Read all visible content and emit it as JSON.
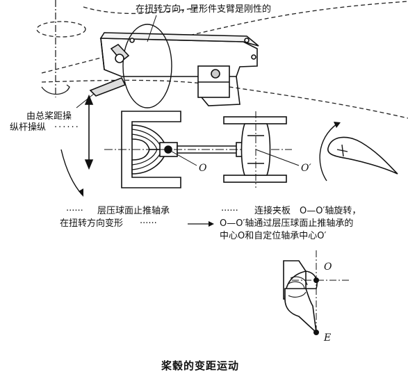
{
  "labels": {
    "top_note": "在扭转方向，星形件支臂是刚性的",
    "control_line1": "由总桨距操",
    "control_line2": "纵杆操纵",
    "bearing_line1": "层压球面止推轴承",
    "bearing_line2": "在扭转方向变形",
    "clamp_line1": "连接夹板　O—O′轴旋转，",
    "clamp_line2": "O—O′轴通过层压球面止推轴承的",
    "clamp_line3": "中心O和自定位轴承中心O′",
    "point_O_mid": "O",
    "point_Oprime": "O′",
    "point_O_bottom": "O",
    "point_E": "E",
    "caption": "桨毂的变距运动"
  }
}
